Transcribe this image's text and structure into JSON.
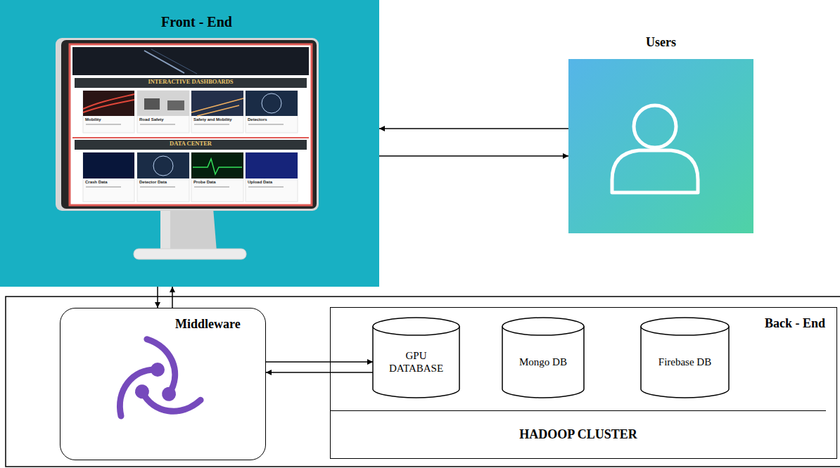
{
  "diagram": {
    "nodes": [
      {
        "text": [
          "Front - End"
        ]
      },
      {
        "text": [
          "Users"
        ]
      },
      {
        "text": [
          "Middleware"
        ]
      },
      {
        "text": [
          "Back - End"
        ]
      },
      {
        "text": [
          "GPU DATABASE"
        ],
        "in": 3
      },
      {
        "text": [
          "Mongo DB"
        ],
        "in": 3
      },
      {
        "text": [
          "Firebase DB"
        ],
        "in": 3
      },
      {
        "text": [
          "HADOOP CLUSTER"
        ],
        "in": 3
      }
    ],
    "edges": [
      {
        "from": 1,
        "to": 0,
        "arrow": "to"
      },
      {
        "from": 0,
        "to": 1,
        "arrow": "to"
      },
      {
        "from": 0,
        "to": 2,
        "arrow": "to"
      },
      {
        "from": 2,
        "to": 0,
        "arrow": "to"
      },
      {
        "from": 2,
        "to": 4,
        "arrow": "to"
      },
      {
        "from": 4,
        "to": 2,
        "arrow": "to"
      }
    ],
    "labels": [
      "INTERACTIVE DASHBOARDS",
      "Mobility",
      "Road Safety",
      "Safety and Mobility",
      "Detectors",
      "DATA CENTER",
      "Crash Data",
      "Detector Data",
      "Probe Data",
      "Upload Data"
    ]
  }
}
